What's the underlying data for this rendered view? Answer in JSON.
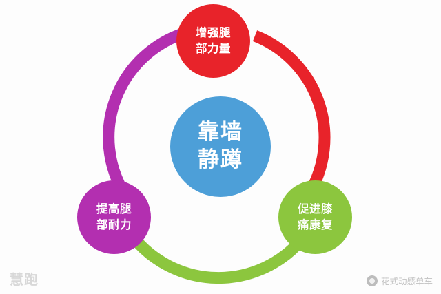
{
  "diagram": {
    "type": "hub-and-spoke-ring",
    "center": {
      "label_lines": [
        "靠墙",
        "静蹲"
      ],
      "color": "#4d9fd8"
    },
    "ring": {
      "segments": [
        {
          "name": "top-right-arc",
          "color": "#e8232a",
          "from_node": "node-top",
          "to_node": "node-right"
        },
        {
          "name": "bottom-arc",
          "color": "#8cc63e",
          "from_node": "node-right",
          "to_node": "node-left"
        },
        {
          "name": "top-left-arc",
          "color": "#b32fb0",
          "from_node": "node-left",
          "to_node": "node-top"
        }
      ]
    },
    "nodes": [
      {
        "id": "node-top",
        "label_lines": [
          "增强腿",
          "部力量"
        ],
        "color": "#e8232a",
        "position": "top"
      },
      {
        "id": "node-left",
        "label_lines": [
          "提高腿",
          "部耐力"
        ],
        "color": "#b32fb0",
        "position": "bottom-left"
      },
      {
        "id": "node-right",
        "label_lines": [
          "促进膝",
          "痛康复"
        ],
        "color": "#8cc63e",
        "position": "bottom-right"
      }
    ]
  },
  "watermarks": {
    "left": "慧跑",
    "right": "花式动感单车"
  }
}
